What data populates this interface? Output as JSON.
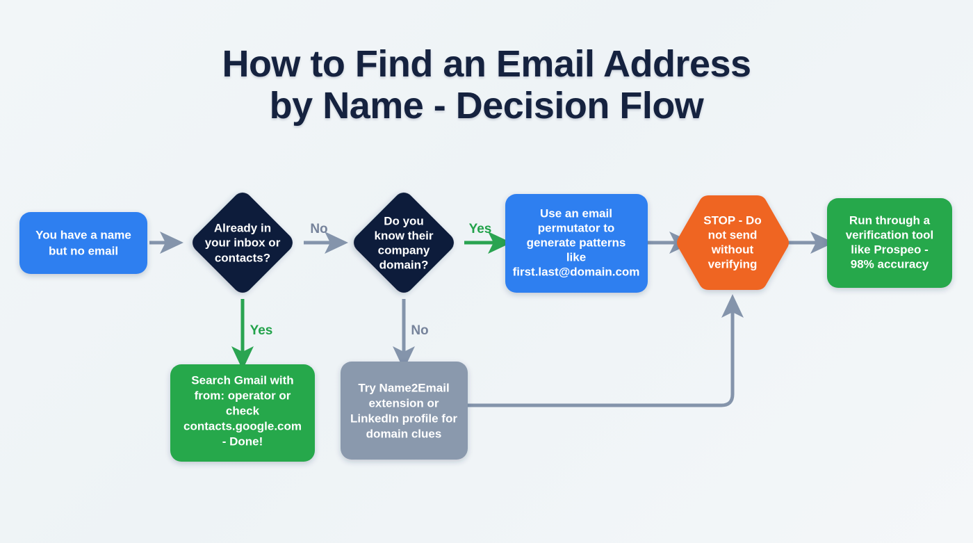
{
  "title": {
    "line1": "How to Find an Email Address",
    "line2": "by Name - Decision Flow"
  },
  "colors": {
    "background": "#f1f5f8",
    "title_text": "#15223f",
    "blue": "#2f7ff0",
    "navy": "#111e3a",
    "green": "#27a84b",
    "orange": "#ef6524",
    "gray": "#8a99ad",
    "connector_gray": "#8494ab",
    "connector_green": "#2aa451",
    "label_gray": "#76839b",
    "label_green": "#22a24a"
  },
  "chart_data": {
    "type": "diagram",
    "title": "How to Find an Email Address by Name - Decision Flow",
    "nodes": [
      {
        "id": "start",
        "shape": "rounded-rect",
        "color": "#2f7ff0",
        "lines": [
          "You have a name",
          "but no email"
        ]
      },
      {
        "id": "q-inbox",
        "shape": "diamond",
        "color": "#111e3a",
        "lines": [
          "Already in",
          "your inbox or",
          "contacts?"
        ]
      },
      {
        "id": "q-domain",
        "shape": "diamond",
        "color": "#111e3a",
        "lines": [
          "Do you",
          "know their",
          "company",
          "domain?"
        ]
      },
      {
        "id": "permutator",
        "shape": "rounded-rect",
        "color": "#2f7ff0",
        "lines": [
          "Use an email",
          "permutator to",
          "generate patterns",
          "like",
          "first.last@domain.com"
        ]
      },
      {
        "id": "stop",
        "shape": "hexagon",
        "color": "#ef6524",
        "lines": [
          "STOP - Do",
          "not send",
          "without",
          "verifying"
        ]
      },
      {
        "id": "verify",
        "shape": "rounded-rect",
        "color": "#27a84b",
        "lines": [
          "Run through a",
          "verification tool",
          "like Prospeo -",
          "98% accuracy"
        ]
      },
      {
        "id": "gmail",
        "shape": "rounded-rect",
        "color": "#27a84b",
        "lines": [
          "Search Gmail with",
          "from: operator or",
          "check",
          "contacts.google.com",
          "- Done!"
        ]
      },
      {
        "id": "name2email",
        "shape": "rounded-rect",
        "color": "#8a99ad",
        "lines": [
          "Try Name2Email",
          "extension or",
          "LinkedIn profile for",
          "domain clues"
        ]
      }
    ],
    "edges": [
      {
        "from": "start",
        "to": "q-inbox",
        "label": "",
        "color": "#8494ab"
      },
      {
        "from": "q-inbox",
        "to": "q-domain",
        "label": "No",
        "color": "#8494ab"
      },
      {
        "from": "q-inbox",
        "to": "gmail",
        "label": "Yes",
        "color": "#2aa451"
      },
      {
        "from": "q-domain",
        "to": "permutator",
        "label": "Yes",
        "color": "#2aa451"
      },
      {
        "from": "q-domain",
        "to": "name2email",
        "label": "No",
        "color": "#8494ab"
      },
      {
        "from": "permutator",
        "to": "stop",
        "label": "",
        "color": "#8494ab"
      },
      {
        "from": "stop",
        "to": "verify",
        "label": "",
        "color": "#8494ab"
      },
      {
        "from": "name2email",
        "to": "stop",
        "label": "",
        "color": "#8494ab"
      }
    ]
  },
  "labels": {
    "no_1": "No",
    "yes_1": "Yes",
    "yes_2": "Yes",
    "no_2": "No"
  },
  "nodes": {
    "start": {
      "l0": "You have a name",
      "l1": "but no email"
    },
    "q_inbox": {
      "l0": "Already in",
      "l1": "your inbox or",
      "l2": "contacts?"
    },
    "q_domain": {
      "l0": "Do you",
      "l1": "know their",
      "l2": "company",
      "l3": "domain?"
    },
    "permutator": {
      "l0": "Use an email",
      "l1": "permutator to",
      "l2": "generate patterns",
      "l3": "like",
      "l4": "first.last@domain.com"
    },
    "stop": {
      "l0": "STOP - Do",
      "l1": "not send",
      "l2": "without",
      "l3": "verifying"
    },
    "verify": {
      "l0": "Run through a",
      "l1": "verification tool",
      "l2": "like Prospeo -",
      "l3": "98% accuracy"
    },
    "gmail": {
      "l0": "Search Gmail with",
      "l1": "from: operator or",
      "l2": "check",
      "l3": "contacts.google.com",
      "l4": "- Done!"
    },
    "name2email": {
      "l0": "Try Name2Email",
      "l1": "extension or",
      "l2": "LinkedIn profile for",
      "l3": "domain clues"
    }
  }
}
